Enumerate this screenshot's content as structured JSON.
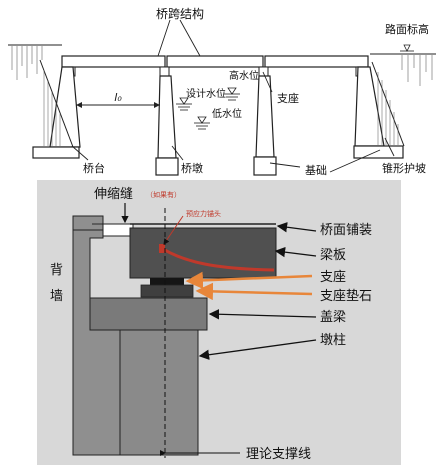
{
  "top_diagram": {
    "labels": {
      "bridge_span_structure": "桥跨结构",
      "road_surface_elevation": "路面标高",
      "high_water_level": "高水位",
      "design_water_level": "设计水位",
      "low_water_level": "低水位",
      "bearing": "支座",
      "abutment": "桥台",
      "pier": "桥墩",
      "foundation": "基础",
      "cone_slope_protection": "锥形护坡",
      "span_length": "l₀"
    }
  },
  "bottom_diagram": {
    "labels": {
      "expansion_joint": "伸缩缝",
      "if_any": "（如果有）",
      "prestress_anchor_head": "预应力锚头",
      "back_wall": "背\n墙",
      "deck_pavement": "桥面铺装",
      "beam_slab": "梁板",
      "bearing": "支座",
      "bearing_pad_stone": "支座垫石",
      "cap_beam": "盖梁",
      "pier_column": "墩柱",
      "theoretical_support_line": "理论支撑线"
    },
    "colors": {
      "background": "#d8d8d8",
      "back_wall": "#8f8f8f",
      "beam_slab": "#505050",
      "bearing": "#151515",
      "pad_stone": "#3f3f3f",
      "cap_beam": "#7a7a7a",
      "pier_column": "#8a8a8a",
      "tendon": "#c0392b",
      "arrow": "#e8863a"
    }
  }
}
